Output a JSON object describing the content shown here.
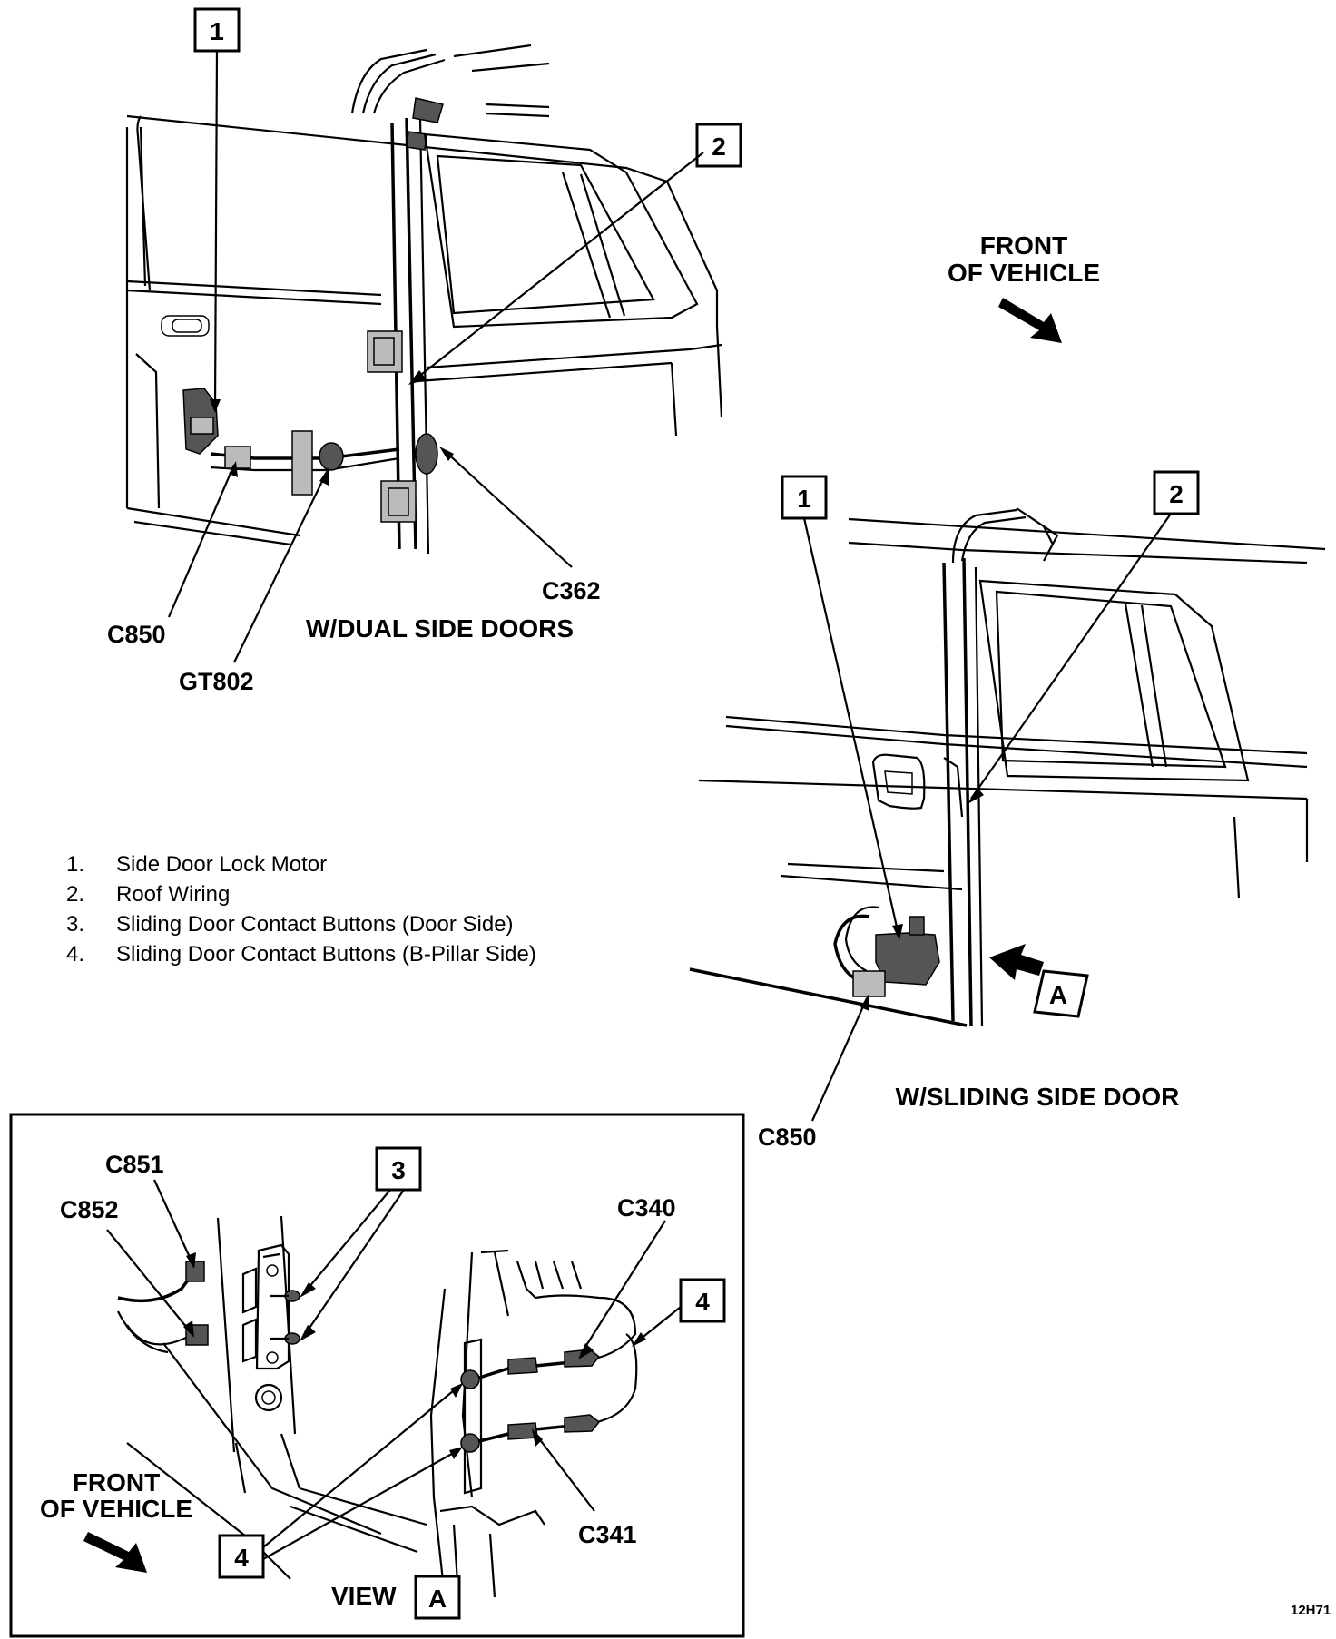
{
  "top_view": {
    "caption": "W/DUAL SIDE DOORS",
    "callout_1": "1",
    "callout_2": "2",
    "conn_c850": "C850",
    "conn_gt802": "GT802",
    "conn_c362": "C362"
  },
  "front_label_top": {
    "line1": "FRONT",
    "line2": "OF VEHICLE"
  },
  "legend": {
    "items": [
      {
        "num": "1.",
        "text": "Side Door Lock Motor"
      },
      {
        "num": "2.",
        "text": "Roof Wiring"
      },
      {
        "num": "3.",
        "text": "Sliding Door Contact Buttons (Door Side)"
      },
      {
        "num": "4.",
        "text": "Sliding Door Contact Buttons (B-Pillar Side)"
      }
    ]
  },
  "sliding_view": {
    "caption": "W/SLIDING SIDE DOOR",
    "callout_1": "1",
    "callout_2": "2",
    "view_marker": "A",
    "conn_c850": "C850"
  },
  "view_a": {
    "callout_3": "3",
    "callout_4a": "4",
    "callout_4b": "4",
    "conn_c851": "C851",
    "conn_c852": "C852",
    "conn_c340": "C340",
    "conn_c341": "C341",
    "front_line1": "FRONT",
    "front_line2": "OF VEHICLE",
    "view_word": "VIEW",
    "view_letter": "A"
  },
  "figure_id": "12H71"
}
